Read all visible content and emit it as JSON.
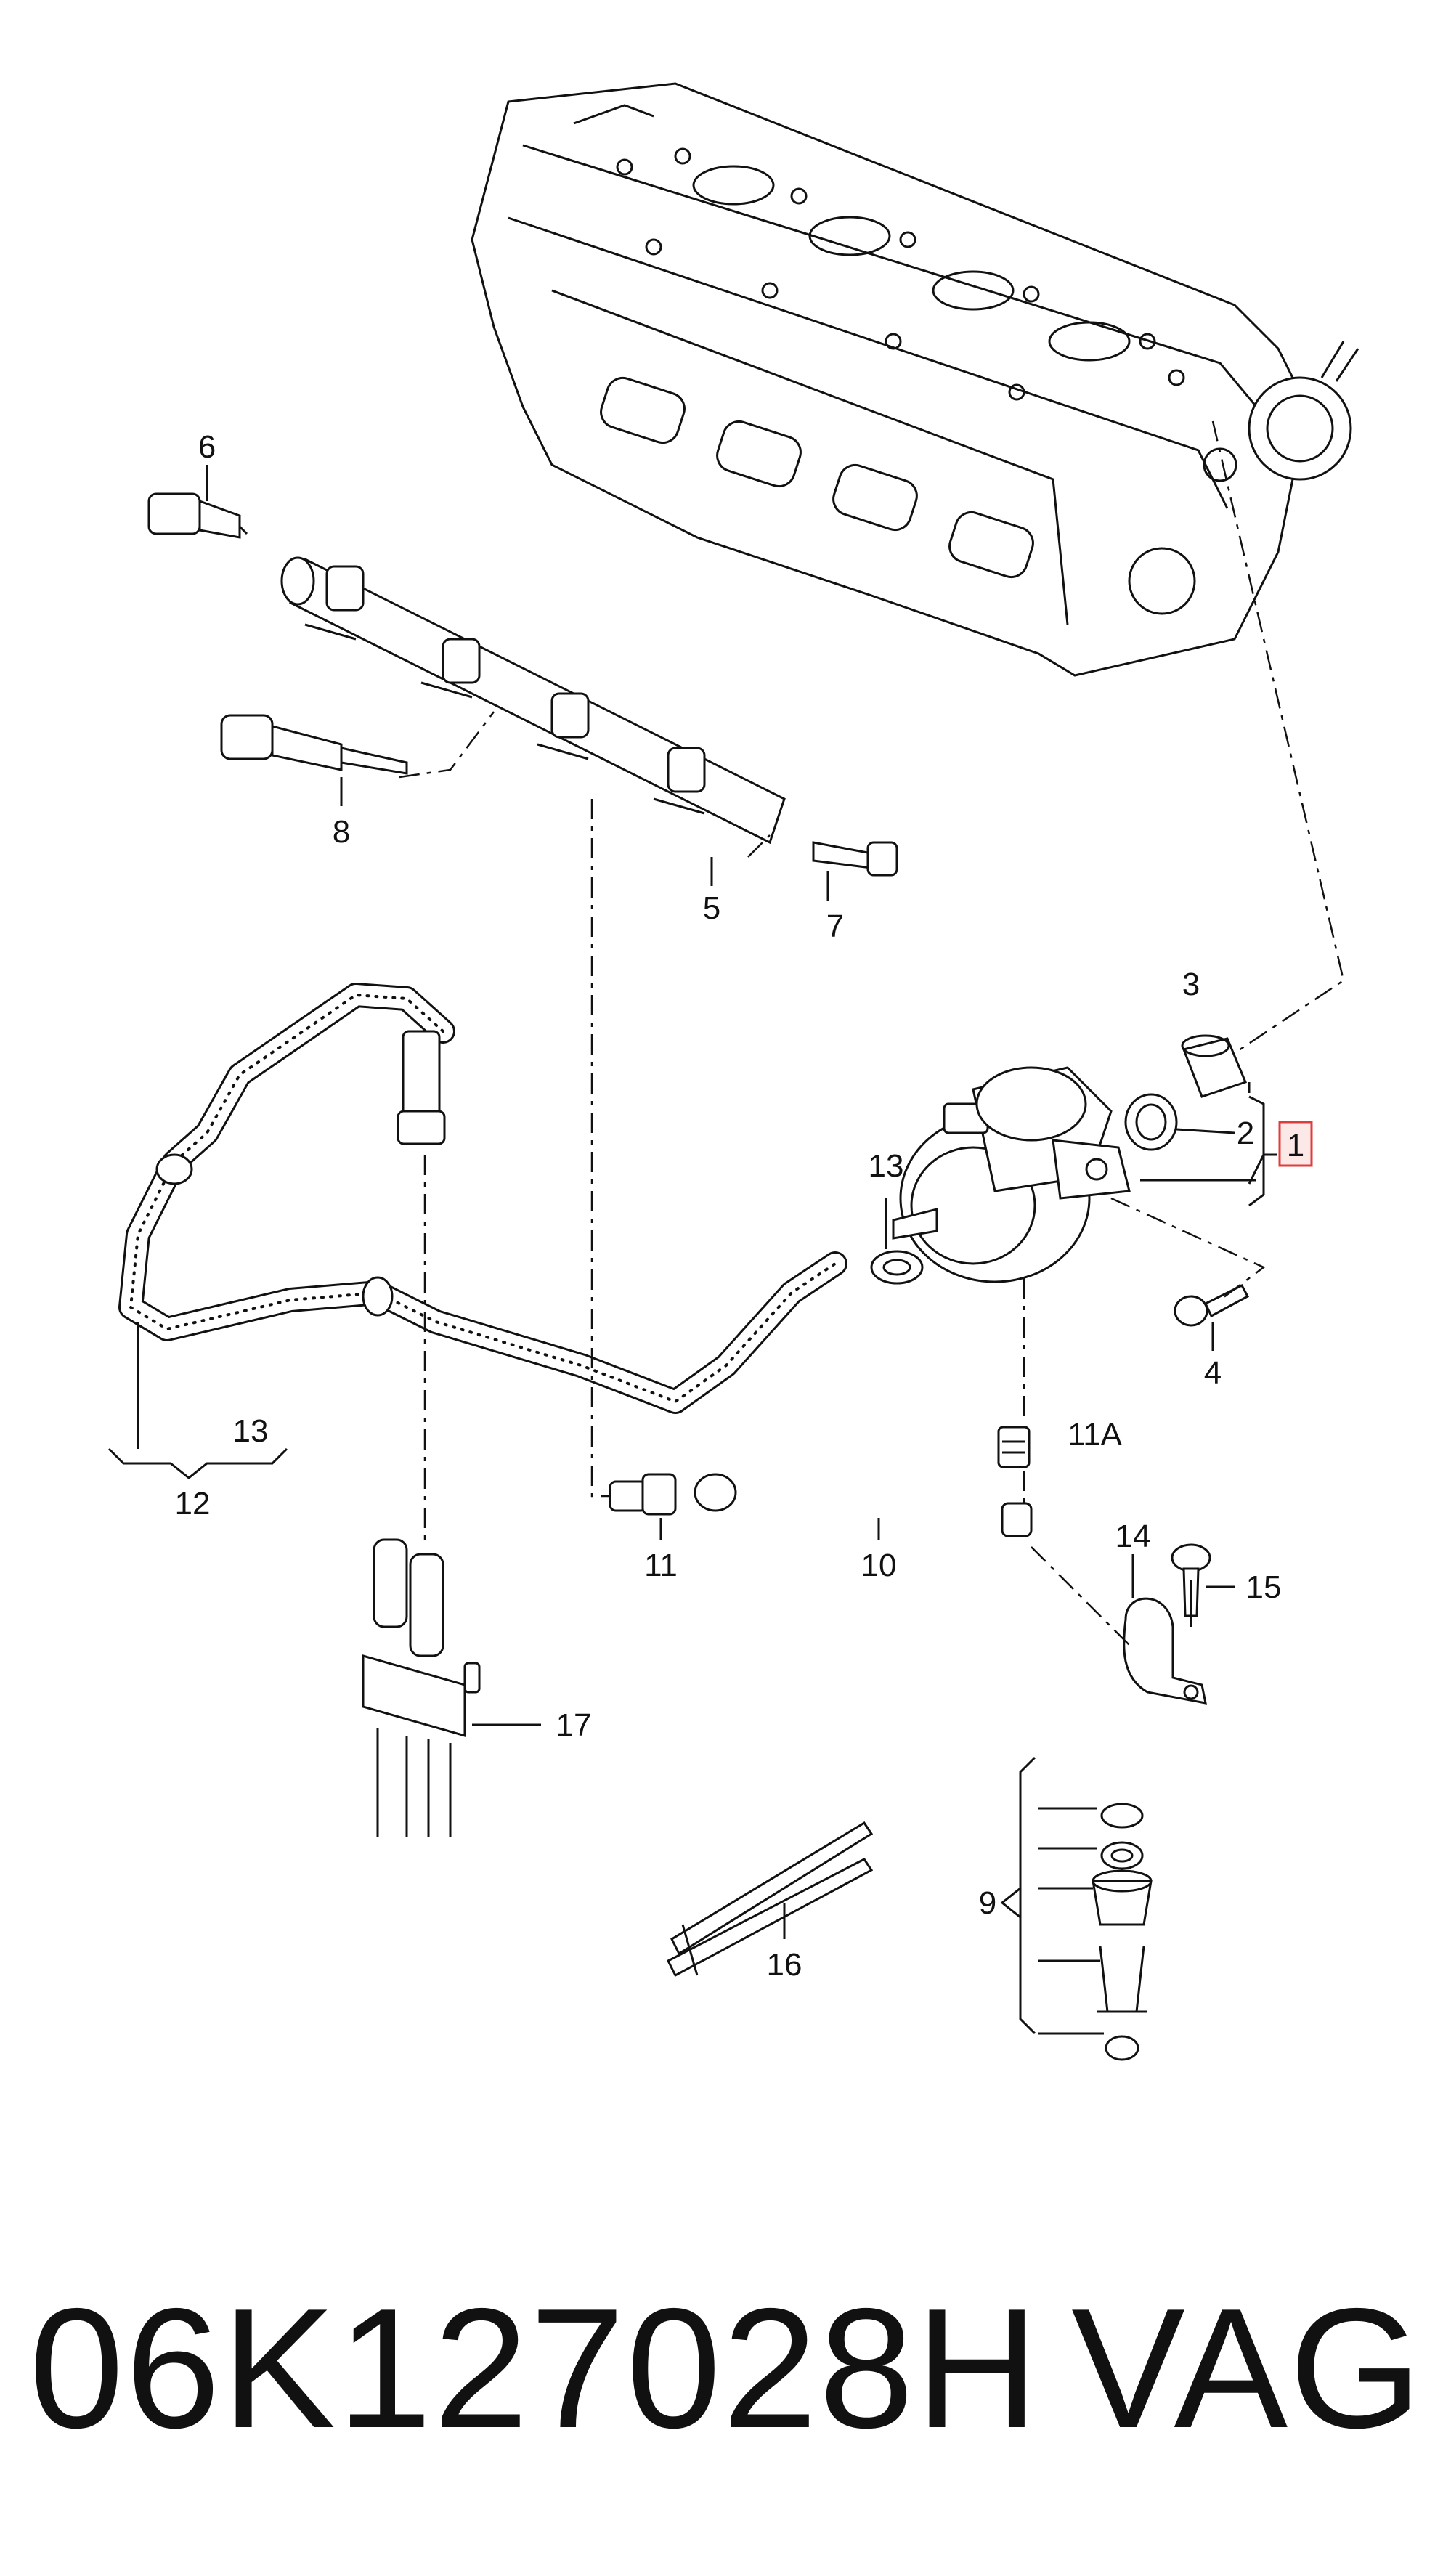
{
  "callouts": {
    "c1": "1",
    "c2": "2",
    "c3": "3",
    "c4": "4",
    "c5": "5",
    "c6": "6",
    "c7": "7",
    "c8": "8",
    "c9": "9",
    "c10": "10",
    "c11": "11",
    "c11a": "11A",
    "c12": "12",
    "c13a": "13",
    "c13b": "13",
    "c14": "14",
    "c15": "15",
    "c16": "16",
    "c17": "17"
  },
  "highlight_color": "#e03c3c",
  "part_number": "06K127028H",
  "brand": "VAG"
}
